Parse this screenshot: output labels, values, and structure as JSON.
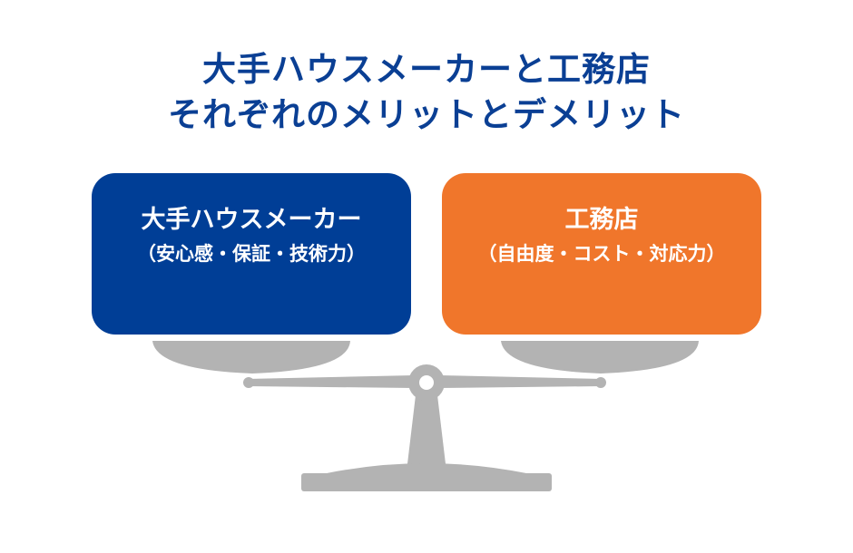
{
  "title": {
    "line1": "大手ハウスメーカーと工務店",
    "line2": "それぞれのメリットとデメリット"
  },
  "left_box": {
    "name": "大手ハウスメーカー",
    "detail": "（安心感・保証・技術力）",
    "color": "#003e96"
  },
  "right_box": {
    "name": "工務店",
    "detail": "（自由度・コスト・対応力）",
    "color": "#f0762b"
  },
  "title_color": "#0a3f94",
  "scale_color": "#b3b3b3"
}
